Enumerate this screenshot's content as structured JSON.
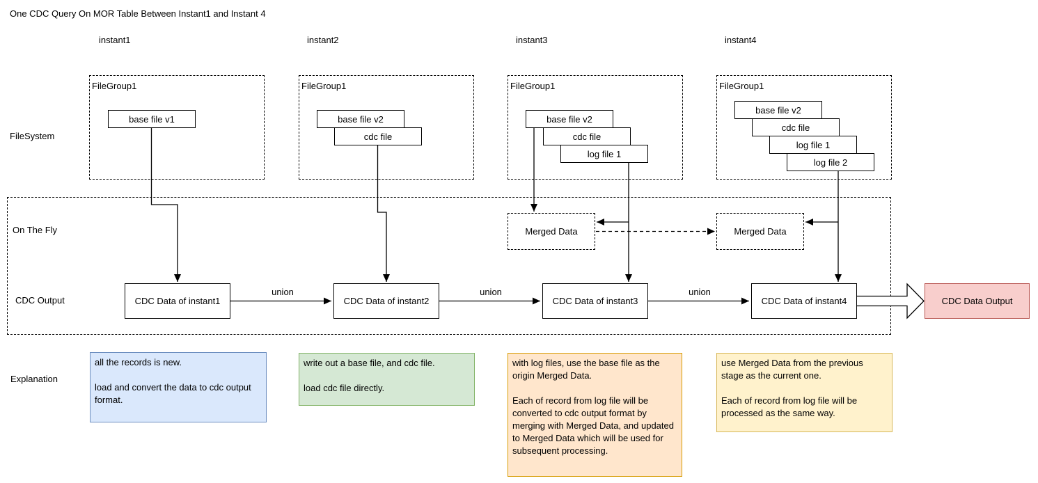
{
  "title": "One CDC Query On MOR Table Between Instant1 and Instant 4",
  "rows": {
    "filesystem": "FileSystem",
    "on_the_fly": "On The Fly",
    "cdc_output": "CDC Output",
    "explanation": "Explanation"
  },
  "union_label": "union",
  "output_box": {
    "label": "CDC Data Output"
  },
  "columns": [
    {
      "instant": "instant1",
      "filegroup": "FileGroup1",
      "files": [
        "base file v1"
      ],
      "cdc_box": "CDC Data of instant1",
      "explanation": "all the records is new.\n\nload and convert the data to cdc output format."
    },
    {
      "instant": "instant2",
      "filegroup": "FileGroup1",
      "files": [
        "base file v2",
        "cdc file"
      ],
      "cdc_box": "CDC Data of instant2",
      "explanation": "write out a base file, and cdc file.\n\nload cdc file directly."
    },
    {
      "instant": "instant3",
      "filegroup": "FileGroup1",
      "files": [
        "base file v2",
        "cdc file",
        "log file 1"
      ],
      "merged": "Merged Data",
      "cdc_box": "CDC Data of instant3",
      "explanation": "with log files, use the base file as the origin Merged Data.\n\nEach of record from log file will be converted to cdc output format by merging with Merged Data, and updated to Merged Data which will be used for subsequent processing."
    },
    {
      "instant": "instant4",
      "filegroup": "FileGroup1",
      "files": [
        "base file v2",
        "cdc file",
        "log file 1",
        "log file 2"
      ],
      "merged": "Merged Data",
      "cdc_box": "CDC Data of instant4",
      "explanation": "use Merged Data from the previous stage as the current one.\n\nEach of record from log file will be processed as the same way."
    }
  ],
  "colors": {
    "explanation_blue_fill": "#dae8fc",
    "explanation_blue_border": "#6c8ebf",
    "explanation_green_fill": "#d5e8d4",
    "explanation_green_border": "#82b366",
    "explanation_orange_fill": "#ffe6cc",
    "explanation_orange_border": "#d79b00",
    "explanation_yellow_fill": "#fff2cc",
    "explanation_yellow_border": "#d6b656",
    "output_fill": "#f8cecc",
    "output_border": "#b85450"
  }
}
